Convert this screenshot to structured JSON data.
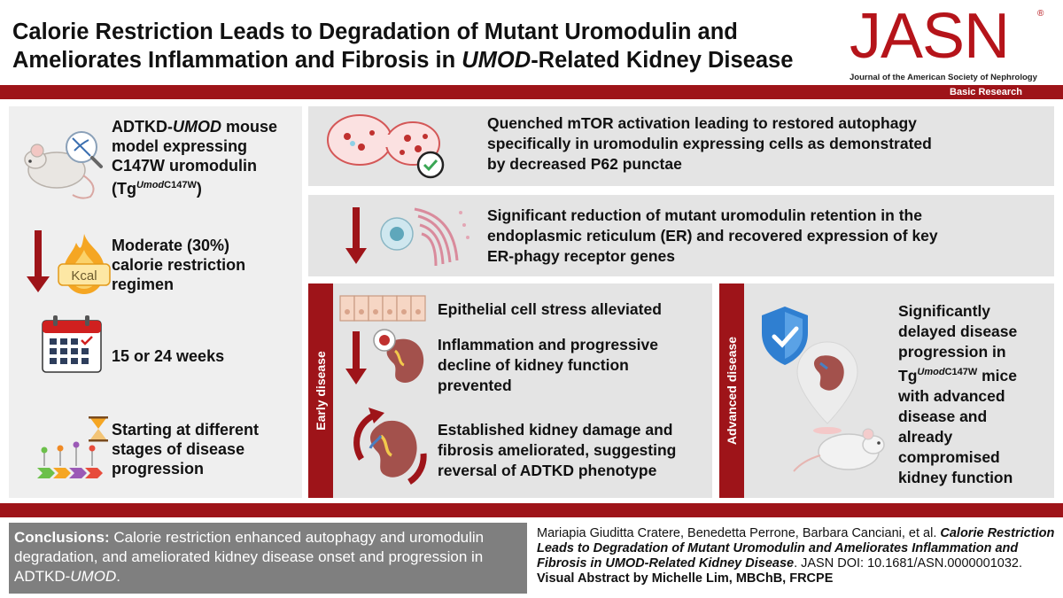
{
  "header": {
    "title_line1": "Calorie Restriction Leads to Degradation of Mutant Uromodulin and",
    "title_line2_pre": "Ameliorates Inflammation and Fibrosis in ",
    "title_line2_em": "UMOD",
    "title_line2_post": "-Related Kidney Disease",
    "logo_text": "JASN",
    "logo_reg": "®",
    "logo_sub": "Journal of the American Society of Nephrology",
    "section_tag": "Basic Research"
  },
  "left": {
    "model_a": "ADTKD-",
    "model_em": "UMOD",
    "model_b": " mouse",
    "model_c": "model expressing",
    "model_d": "C147W uromodulin",
    "model_e_pre": "(Tg",
    "model_e_sup": "Umod",
    "model_e_sup2": "C147W",
    "model_e_post": ")",
    "kcal_label": "Kcal",
    "regimen": [
      "Moderate (30%)",
      "calorie restriction",
      "regimen"
    ],
    "duration": "15 or 24 weeks",
    "stages": [
      "Starting at different",
      "stages of disease",
      "progression"
    ]
  },
  "boxes": {
    "mtor": [
      "Quenched mTOR activation leading to restored autophagy",
      "specifically in uromodulin expressing cells as demonstrated",
      "by decreased P62 punctae"
    ],
    "er": [
      "Significant reduction of mutant uromodulin retention in the",
      "endoplasmic reticulum (ER) and recovered expression of key",
      "ER-phagy receptor genes"
    ]
  },
  "early": {
    "label": "Early disease",
    "stress": "Epithelial cell stress alleviated",
    "inflammation": [
      "Inflammation and progressive",
      "decline of kidney function",
      "prevented"
    ],
    "damage": [
      "Established kidney damage and",
      "fibrosis ameliorated, suggesting",
      "reversal of ADTKD phenotype"
    ]
  },
  "advanced": {
    "label": "Advanced disease",
    "line1": "Significantly",
    "line2": "delayed disease",
    "line3": "progression in",
    "line4_pre": "Tg",
    "line4_sup": "Umod",
    "line4_sup2": "C147W",
    "line4_post": " mice",
    "line5": "with advanced",
    "line6": "disease and",
    "line7": "already",
    "line8": "compromised",
    "line9": "kidney function"
  },
  "conclusion": {
    "label": "Conclusions:",
    "text": " Calorie restriction enhanced autophagy and uromodulin degradation, and ameliorated kidney disease onset and progression in ADTKD-",
    "em": "UMOD",
    "end": "."
  },
  "citation": {
    "authors": "Mariapia Giuditta Cratere, Benedetta Perrone, Barbara Canciani, et al. ",
    "title": "Calorie Restriction Leads to Degradation of Mutant Uromodulin and Ameliorates Inflammation and Fibrosis in UMOD-Related Kidney Disease",
    "journal": ". JASN DOI: 10.1681/ASN.0000001032. ",
    "credit": "Visual Abstract by Michelle Lim, MBChB, FRCPE"
  },
  "colors": {
    "brand_red": "#9e1419",
    "panel_gray": "#efefef",
    "box_gray": "#e4e4e4",
    "conclusion_gray": "#7f7f7f"
  }
}
